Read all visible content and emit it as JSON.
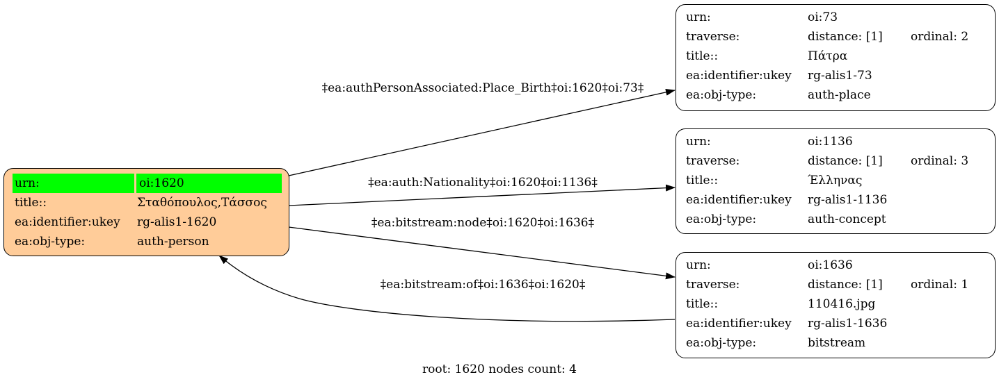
{
  "nodes": {
    "root": {
      "rows": [
        {
          "key": "urn:",
          "value": "oi:1620"
        },
        {
          "key": "title::",
          "value": "Σταθόπουλος,Τάσσος"
        },
        {
          "key": "ea:identifier:ukey",
          "value": "rg-alis1-1620"
        },
        {
          "key": "ea:obj-type:",
          "value": "auth-person"
        }
      ]
    },
    "n73": {
      "urn_key": "urn:",
      "urn": "oi:73",
      "traverse_key": "traverse:",
      "distance": "distance: [1]",
      "ordinal": "ordinal: 2",
      "title_key": "title::",
      "title": "Πάτρα",
      "ukey_key": "ea:identifier:ukey",
      "ukey": "rg-alis1-73",
      "type_key": "ea:obj-type:",
      "type": "auth-place"
    },
    "n1136": {
      "urn_key": "urn:",
      "urn": "oi:1136",
      "traverse_key": "traverse:",
      "distance": "distance: [1]",
      "ordinal": "ordinal: 3",
      "title_key": "title::",
      "title": "Έλληνας",
      "ukey_key": "ea:identifier:ukey",
      "ukey": "rg-alis1-1136",
      "type_key": "ea:obj-type:",
      "type": "auth-concept"
    },
    "n1636": {
      "urn_key": "urn:",
      "urn": "oi:1636",
      "traverse_key": "traverse:",
      "distance": "distance: [1]",
      "ordinal": "ordinal: 1",
      "title_key": "title::",
      "title": "110416.jpg",
      "ukey_key": "ea:identifier:ukey",
      "ukey": "rg-alis1-1636",
      "type_key": "ea:obj-type:",
      "type": "bitstream"
    }
  },
  "edges": {
    "birth": "‡ea:authPersonAssociated:Place_Birth‡oi:1620‡oi:73‡",
    "nationality": "‡ea:auth:Nationality‡oi:1620‡oi:1136‡",
    "bitstream_node": "‡ea:bitstream:node‡oi:1620‡oi:1636‡",
    "bitstream_of": "‡ea:bitstream:of‡oi:1636‡oi:1620‡"
  },
  "footer": "root: 1620 nodes count: 4"
}
